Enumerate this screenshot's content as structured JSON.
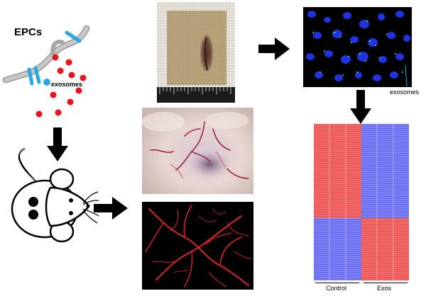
{
  "labels": {
    "epcs": "EPCs",
    "exosomes_left": "exosomes",
    "exosomes_right": "exosomes",
    "control": "Control",
    "exos": "Exos"
  },
  "icons": {
    "cell": "epc-cell-icon",
    "mouse": "mouse-icon",
    "arrow": "arrow-icon"
  },
  "colors": {
    "exosome_red": "#e8141c",
    "receptor_blue": "#29a8e0",
    "membrane_gray": "#a6a6a6",
    "heatmap_red": "#f06a6a",
    "heatmap_blue": "#6a6af0",
    "arrow": "#000000"
  }
}
